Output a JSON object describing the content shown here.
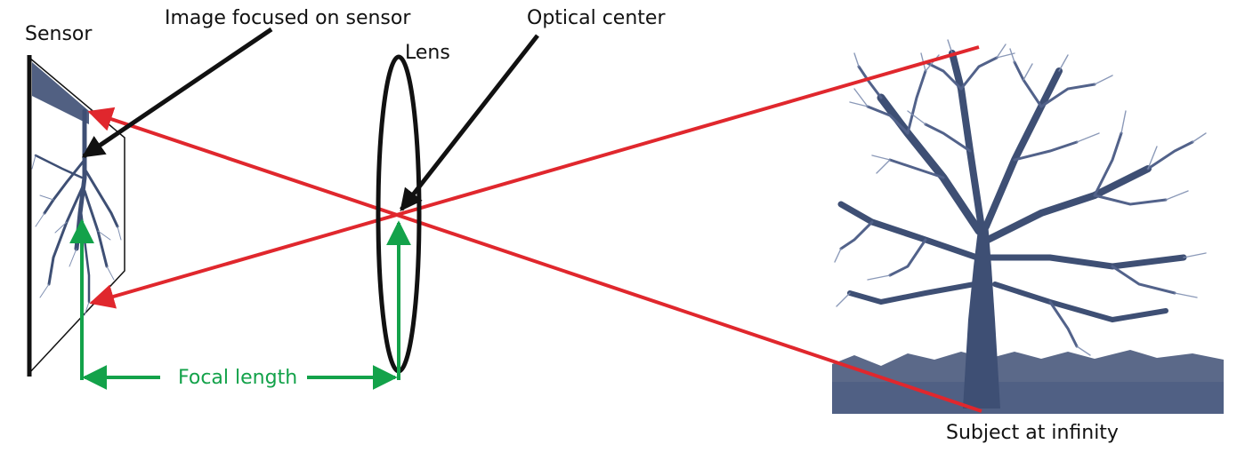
{
  "labels": {
    "sensor": "Sensor",
    "image_focused": "Image focused on sensor",
    "optical_center": "Optical center",
    "lens": "Lens",
    "focal_length": "Focal length",
    "subject": "Subject at infinity"
  },
  "colors": {
    "ray": "#e0272d",
    "focal": "#13a24a",
    "ink": "#111111",
    "tree": "#3e4f74",
    "tree_light": "#7f8fb1"
  },
  "icons": {
    "tree": "tree-silhouette",
    "inverted_tree": "inverted-tree-image"
  }
}
